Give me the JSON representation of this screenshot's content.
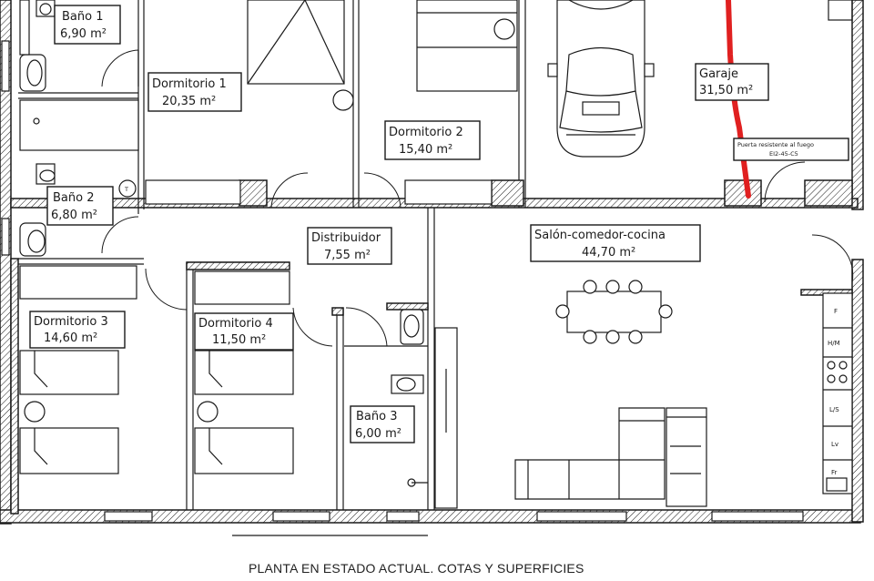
{
  "rooms": {
    "bano1": {
      "name": "Baño 1",
      "area": "6,90  m²"
    },
    "dormitorio1": {
      "name": "Dormitorio 1",
      "area": "20,35  m²"
    },
    "dormitorio2": {
      "name": "Dormitorio 2",
      "area": "15,40  m²"
    },
    "garaje": {
      "name": "Garaje",
      "area": "31,50  m²"
    },
    "bano2": {
      "name": "Baño 2",
      "area": "6,80  m²"
    },
    "distribuidor": {
      "name": "Distribuidor",
      "area": "7,55  m²"
    },
    "salon": {
      "name": "Salón-comedor-cocina",
      "area": "44,70  m²"
    },
    "dormitorio3": {
      "name": "Dormitorio 3",
      "area": "14,60  m²"
    },
    "dormitorio4": {
      "name": "Dormitorio 4",
      "area": "11,50  m²"
    },
    "bano3": {
      "name": "Baño 3",
      "area": "6,00  m²"
    }
  },
  "fire_door": {
    "line1": "Puerta resistente al fuego",
    "line2": "EI2-45-C5"
  },
  "kitchen_units": {
    "fridge": "F",
    "oven": "H/M",
    "dishwasher": "L/S",
    "washer": "Lv",
    "freezer": "Fr"
  },
  "caption": "PLANTA EN ESTADO ACTUAL. COTAS Y SUPERFICIES",
  "colors": {
    "annotation_line": "#e02020",
    "walls": "#1a1a1a"
  }
}
